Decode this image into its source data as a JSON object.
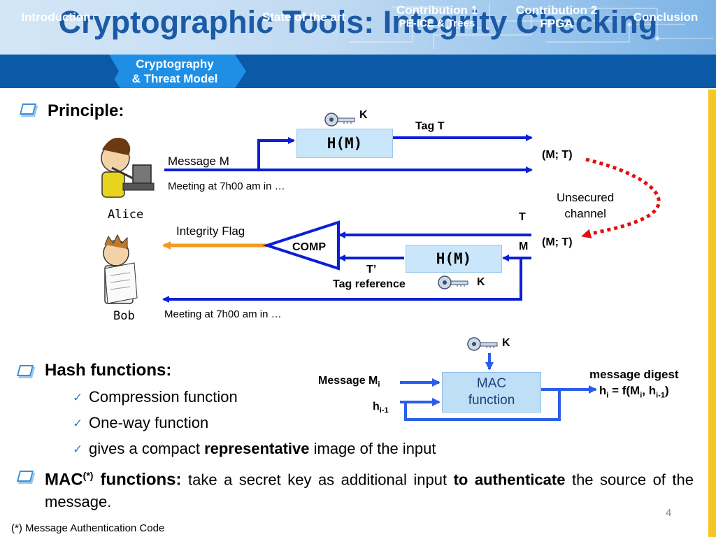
{
  "title": "Cryptographic Tools: Integrity Checking",
  "nav": {
    "introduction": "Introduction",
    "crypto_line1": "Cryptography",
    "crypto_line2": "& Threat Model",
    "state_of_art": "State of the art",
    "contrib1_line1": "Contribution 1",
    "contrib1_line2": "PE-ICE & Trees",
    "contrib2_line1": "Contribution 2",
    "contrib2_line2": "FPGA",
    "conclusion": "Conclusion"
  },
  "principle": {
    "heading": "Principle:",
    "alice": "Alice",
    "bob": "Bob",
    "key_top": "K",
    "hm_top": "H(M)",
    "tag_t": "Tag T",
    "message_m": "Message M",
    "meeting_top": "Meeting at 7h00 am in …",
    "mt_top": "(M; T)",
    "unsecured_line1": "Unsecured",
    "unsecured_line2": "channel",
    "t_label": "T",
    "m_label": "M",
    "mt_bottom": "(M; T)",
    "integrity_flag": "Integrity Flag",
    "comp": "COMP",
    "hm_bottom": "H(M)",
    "t_prime": "T’",
    "tag_reference": "Tag reference",
    "key_bottom": "K",
    "meeting_bottom": "Meeting at 7h00 am in …"
  },
  "hash": {
    "heading": "Hash functions:",
    "items": [
      "Compression function",
      "One-way function",
      "gives a compact "
    ],
    "item3_bold": "representative",
    "item3_tail": " image of the input"
  },
  "mac_diagram": {
    "key": "K",
    "message_mi": "Message M",
    "message_mi_sub": "i",
    "h_prev": "h",
    "h_prev_sub": "i-1",
    "box_line1": "MAC",
    "box_line2": "function",
    "digest_line1": "message digest",
    "digest_h": "h",
    "digest_h_sub": "i",
    "digest_eq": " = f(M",
    "digest_mi_sub": "i",
    "digest_comma": ", h",
    "digest_hprev_sub": "i-1",
    "digest_close": ")"
  },
  "mac_paragraph": {
    "mac": "MAC",
    "sup": "(*)",
    "functions": " functions:",
    "text1": " take a secret key as additional input ",
    "bold2": "to authenticate",
    "text2": " the source of the message."
  },
  "footnote": "(*) Message Authentication Code",
  "page_number": "4",
  "colors": {
    "title": "#1c5aa6",
    "nav_bg": "#0b5aa8",
    "arrow_blue": "#0a1fd6",
    "arrow_orange": "#f29a1f",
    "dotted_red": "#e01010",
    "box_fill": "#c9e6fb",
    "side_bar": "#f6c622"
  }
}
